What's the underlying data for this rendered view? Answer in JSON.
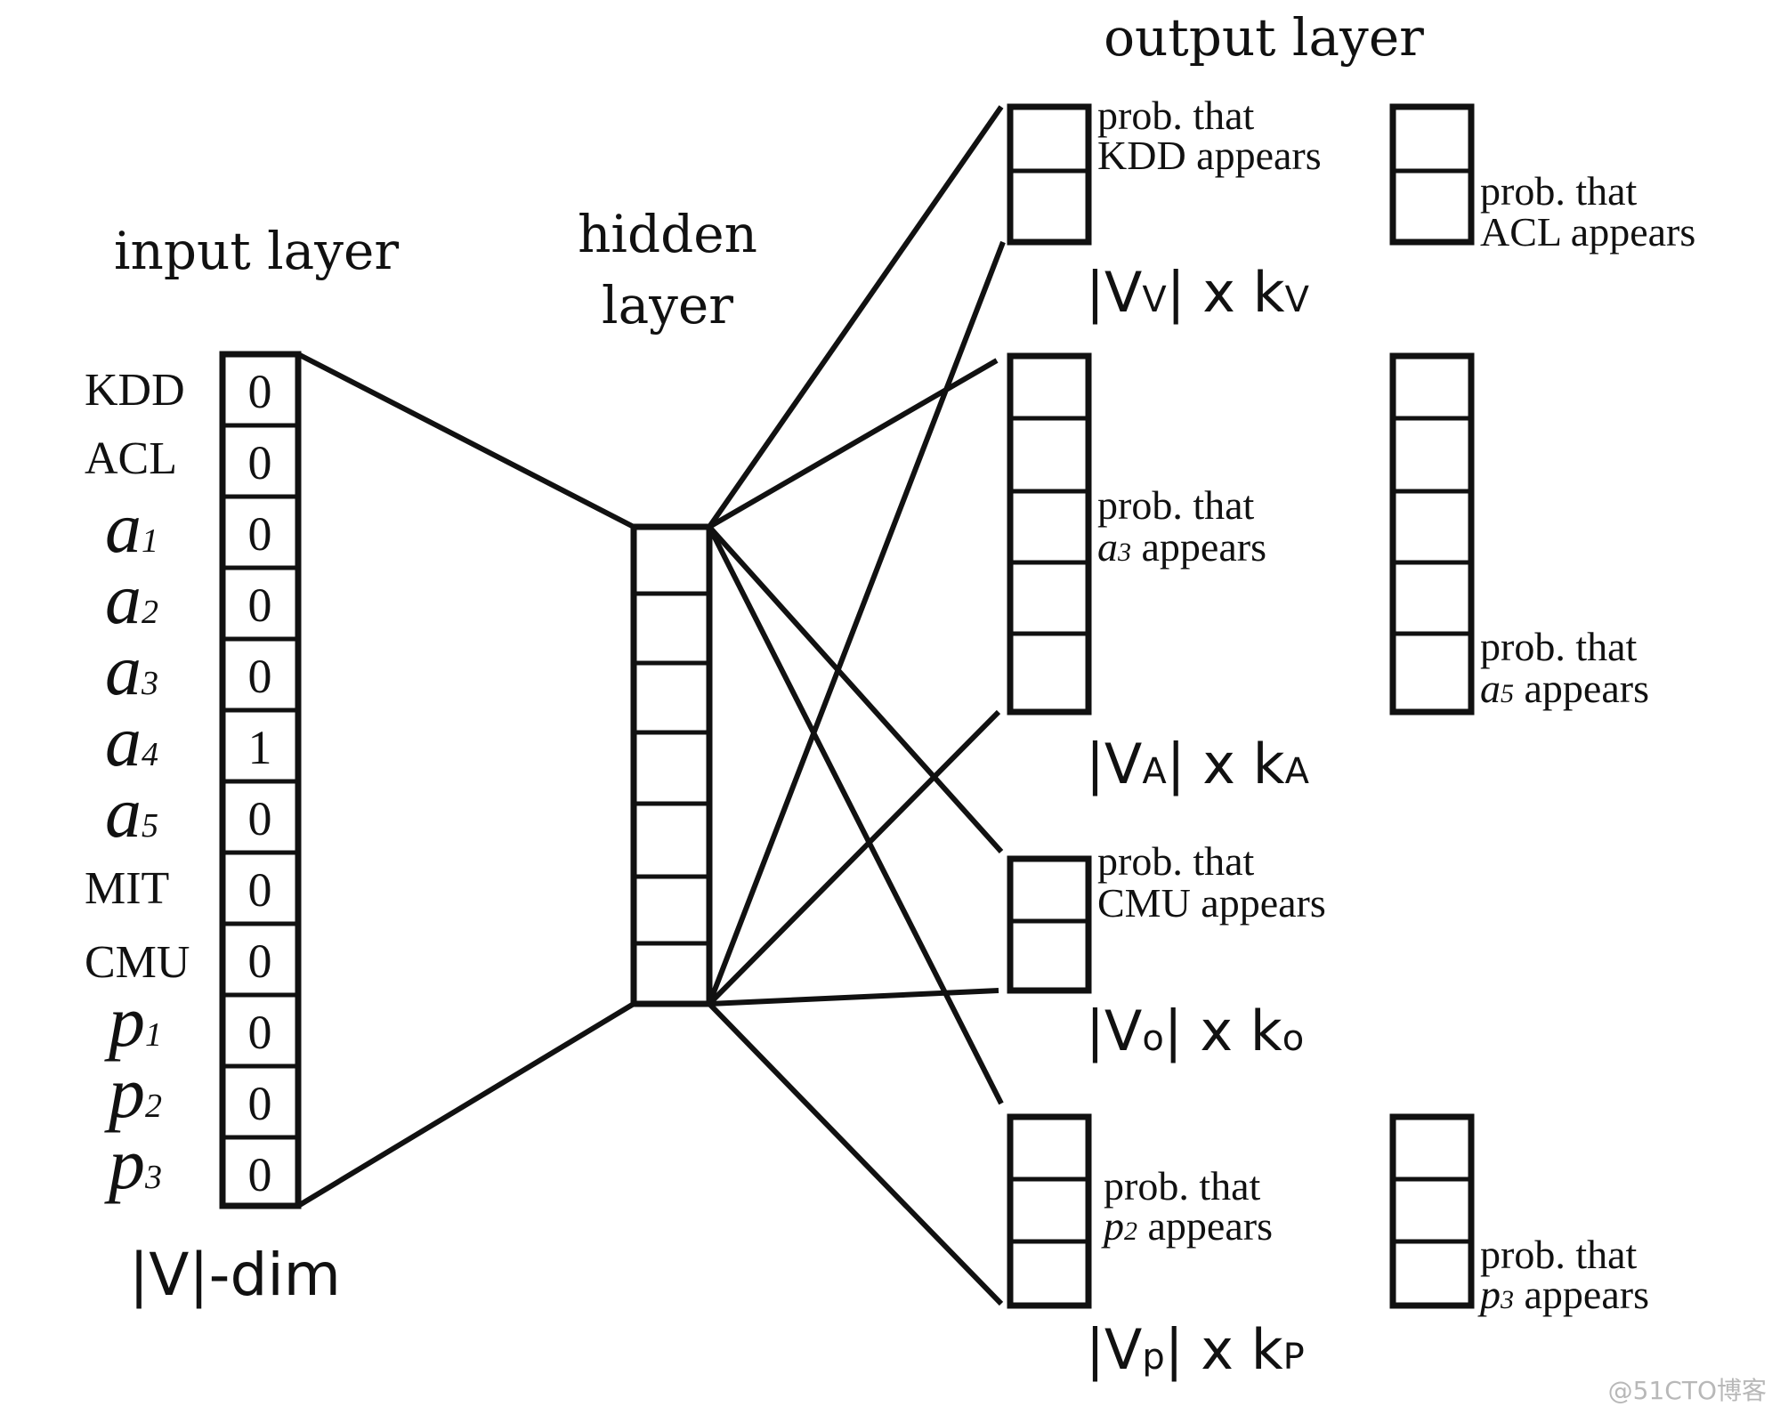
{
  "titles": {
    "input": "input layer",
    "hidden_line1": "hidden",
    "hidden_line2": "layer",
    "output": "output layer"
  },
  "input": {
    "rows": [
      {
        "label": "KDD",
        "value": "0"
      },
      {
        "label": "ACL",
        "value": "0"
      },
      {
        "label": "a",
        "sub": "1",
        "value": "0"
      },
      {
        "label": "a",
        "sub": "2",
        "value": "0"
      },
      {
        "label": "a",
        "sub": "3",
        "value": "0"
      },
      {
        "label": "a",
        "sub": "4",
        "value": "1"
      },
      {
        "label": "a",
        "sub": "5",
        "value": "0"
      },
      {
        "label": "MIT",
        "value": "0"
      },
      {
        "label": "CMU",
        "value": "0"
      },
      {
        "label": "p",
        "sub": "1",
        "value": "0"
      },
      {
        "label": "p",
        "sub": "2",
        "value": "0"
      },
      {
        "label": "p",
        "sub": "3",
        "value": "0"
      }
    ],
    "dim_label": "|V|-dim"
  },
  "output": {
    "groups": [
      {
        "id": "v",
        "dim": {
          "a": "|V",
          "sub1": "V",
          "b": "| x k",
          "sub2": "V"
        },
        "notes": [
          {
            "line1": "prob. that",
            "line2": "KDD appears"
          },
          {
            "line1": "prob. that",
            "line2": "ACL appears"
          }
        ]
      },
      {
        "id": "a",
        "dim": {
          "a": "|V",
          "sub1": "A",
          "b": "| x k",
          "sub2": "A"
        },
        "notes": [
          {
            "line1": "prob. that",
            "var": "a",
            "sub": "3",
            "line2": " appears"
          },
          {
            "line1": "prob. that",
            "var": "a",
            "sub": "5",
            "line2": " appears"
          }
        ]
      },
      {
        "id": "o",
        "dim": {
          "a": "|V",
          "sub1": "o",
          "b": "| x k",
          "sub2": "o"
        },
        "notes": [
          {
            "line1": "prob. that",
            "line2": "CMU appears"
          }
        ]
      },
      {
        "id": "p",
        "dim": {
          "a": "|V",
          "sub1": "p",
          "b": "| x k",
          "sub2": "P"
        },
        "notes": [
          {
            "line1": "prob. that",
            "var": "p",
            "sub": "2",
            "line2": " appears"
          },
          {
            "line1": "prob. that",
            "var": "p",
            "sub": "3",
            "line2": " appears"
          }
        ]
      }
    ]
  },
  "watermark": "@51CTO博客"
}
